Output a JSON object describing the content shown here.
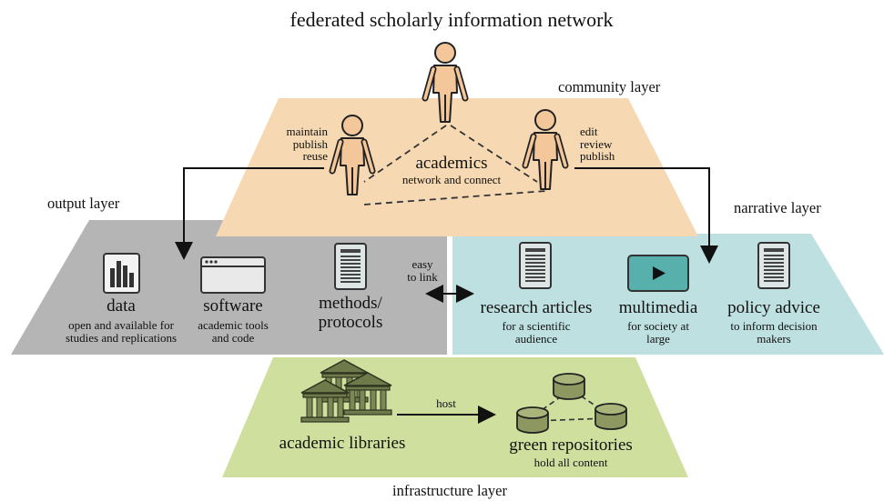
{
  "title": "federated scholarly information network",
  "layers": {
    "community": "community layer",
    "output": "output layer",
    "narrative": "narrative layer",
    "infrastructure": "infrastructure layer"
  },
  "community": {
    "name": "academics",
    "sub": "network and connect",
    "left_actions": [
      "maintain",
      "publish",
      "reuse"
    ],
    "right_actions": [
      "edit",
      "review",
      "publish"
    ]
  },
  "output": {
    "data": {
      "title": "data",
      "sub": [
        "open and available for",
        "studies and replications"
      ]
    },
    "software": {
      "title": "software",
      "sub": [
        "academic tools",
        "and code"
      ]
    },
    "methods": {
      "title": [
        "methods/",
        "protocols"
      ]
    }
  },
  "link": {
    "lines": [
      "easy",
      "to link"
    ]
  },
  "narrative": {
    "research": {
      "title": "research articles",
      "sub": [
        "for a scientific",
        "audience"
      ]
    },
    "multimedia": {
      "title": "multimedia",
      "sub": [
        "for society at",
        "large"
      ]
    },
    "policy": {
      "title": "policy advice",
      "sub": [
        "to inform decision",
        "makers"
      ]
    }
  },
  "infrastructure": {
    "libraries": "academic libraries",
    "host": "host",
    "repositories": "green repositories",
    "repositories_sub": "hold all content"
  },
  "colors": {
    "community": "#f6d9b3",
    "output": "#b5b5b5",
    "narrative": "#bfe0e0",
    "infrastructure": "#cfdf9e",
    "person": "#f3c79a",
    "building": "#6f7a4a",
    "cylinder": "#8c9860"
  }
}
